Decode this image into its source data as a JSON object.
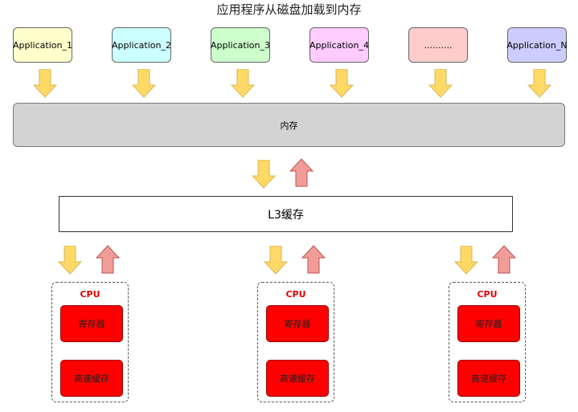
{
  "title": "应用程序从磁盘加载到内存",
  "applications": [
    {
      "label": "Application_1",
      "fill": "#ffffcc"
    },
    {
      "label": "Application_2",
      "fill": "#ccffff"
    },
    {
      "label": "Application_3",
      "fill": "#ccffcc"
    },
    {
      "label": "Application_4",
      "fill": "#ffccff"
    },
    {
      "label": "..........",
      "fill": "#ffcccc"
    },
    {
      "label": "Application_N",
      "fill": "#ccccff"
    }
  ],
  "memory": {
    "label": "内存"
  },
  "l3_cache": {
    "label": "L3缓存"
  },
  "cpus": [
    {
      "label": "CPU",
      "register": "寄存器",
      "cache": "高速缓存"
    },
    {
      "label": "CPU",
      "register": "寄存器",
      "cache": "高速缓存"
    },
    {
      "label": "CPU",
      "register": "寄存器",
      "cache": "高速缓存"
    }
  ],
  "colors": {
    "down_arrow": "#ffd966",
    "up_arrow": "#f19c99",
    "memory_fill": "#d3d3d3",
    "register_fill": "#ff0000",
    "cpu_label": "#e00000"
  }
}
